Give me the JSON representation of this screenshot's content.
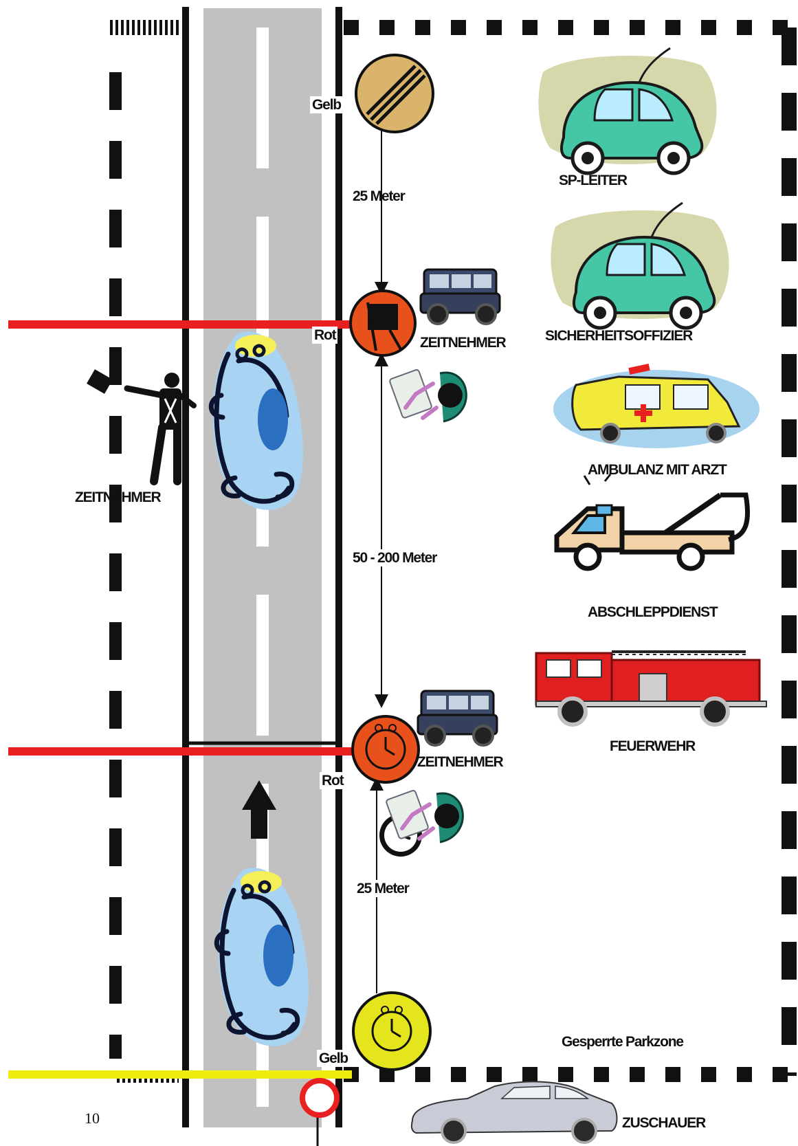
{
  "labels": {
    "gelb_top": "Gelb",
    "distance_top": "25 Meter",
    "rot_top": "Rot",
    "timekeeper_top": "ZEITNEHMER",
    "safety_officer": "SICHERHEITSOFFIZIER",
    "sp_leader": "SP-LEITER",
    "timekeeper_left": "ZEITNEHMER",
    "ambulance": "AMBULANZ MIT ARZT",
    "distance_middle": "50 - 200 Meter",
    "tow_service": "ABSCHLEPPDIENST",
    "fire_brigade": "FEUERWEHR",
    "timekeeper_bottom": "ZEITNEHMER",
    "rot_bottom": "Rot",
    "distance_bottom": "25 Meter",
    "closed_parking": "Gesperrte Parkzone",
    "gelb_bottom": "Gelb",
    "spectators": "ZUSCHAUER",
    "page_number": "10"
  },
  "colors": {
    "red_line": "#e8201f",
    "yellow_line": "#f0ec10",
    "road": "#c1c1c1",
    "flag_marshal_red": "#e8501c",
    "yellow_sign": "#e5e51d",
    "end_sign": "#d9b46a"
  },
  "icons": [
    "end-of-restriction-sign-icon",
    "red-flag-post-icon",
    "red-clock-post-icon",
    "yellow-clock-post-icon",
    "black-stopwatch-icon",
    "no-entry-sign-icon",
    "green-beetle-car-icon",
    "jeep-icon",
    "ambulance-icon",
    "tow-truck-icon",
    "fire-truck-icon",
    "silver-coupe-icon",
    "timekeeper-person-icon",
    "desk-official-icon",
    "rally-car-icon",
    "direction-arrow-icon"
  ]
}
